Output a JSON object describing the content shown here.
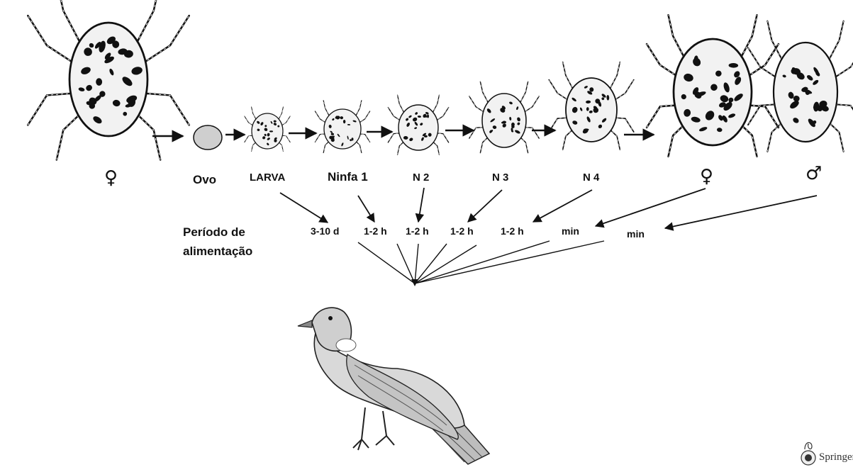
{
  "stage_labels": {
    "female_adult": "♀",
    "egg": "Ovo",
    "larva": "LARVA",
    "nymph1": "Ninfa 1",
    "n2": "N 2",
    "n3": "N 3",
    "n4": "N 4",
    "female_adult_2": "♀",
    "male_adult": "♂"
  },
  "feeding": {
    "caption_line1": "Período de",
    "caption_line2": "alimentação",
    "durations": [
      "3-10 d",
      "1-2 h",
      "1-2 h",
      "1-2 h",
      "1-2 h",
      "min",
      "min"
    ]
  },
  "publisher": "Springer",
  "colors": {
    "ink": "#111111",
    "paper": "#ffffff",
    "mite_body": "#f2f2f2",
    "bird_body": "#d8d8d8"
  }
}
